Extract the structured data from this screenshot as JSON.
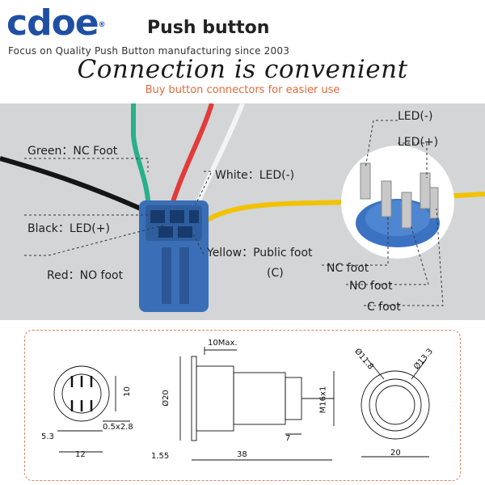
{
  "header": {
    "logo_text": "cdoe",
    "registered_mark": "®",
    "product_title": "Push button",
    "tagline": "Focus on Quality Push Button manufacturing since 2003"
  },
  "headline": "Connection is convenient",
  "subheadline": "Buy button connectors for easier use",
  "wiring_labels": {
    "green": "Green：NC Foot",
    "black": "Black：LED(+)",
    "red": "Red：NO foot",
    "white": "White：LED(-)",
    "yellow": "Yellow：Public foot",
    "yellow_sub": "(C)"
  },
  "pin_labels": {
    "led_minus": "LED(-)",
    "led_plus": "LED(+)",
    "nc": "NC foot",
    "no": "NO foot",
    "c": "C foot"
  },
  "dimensions": {
    "d10": "10",
    "d5_3": "5.3",
    "d0_5x2_8": "0.5x2.8",
    "d12": "12",
    "d10max": "10Max.",
    "d20_side": "Ø20",
    "d1_55": "1.55",
    "d38": "38",
    "d7": "7",
    "dm16": "M16x1",
    "d11_8": "Ø11.8",
    "d13_3": "Ø13.3",
    "d20_front": "20"
  },
  "colors": {
    "brand_blue": "#1f4fa3",
    "accent_orange": "#e06a3b",
    "connector_blue": "#3a6fb8",
    "wire_green": "#27b08a",
    "wire_red": "#e23b3b",
    "wire_white": "#f4f4f4",
    "wire_black": "#151515",
    "wire_yellow": "#f2c200"
  }
}
